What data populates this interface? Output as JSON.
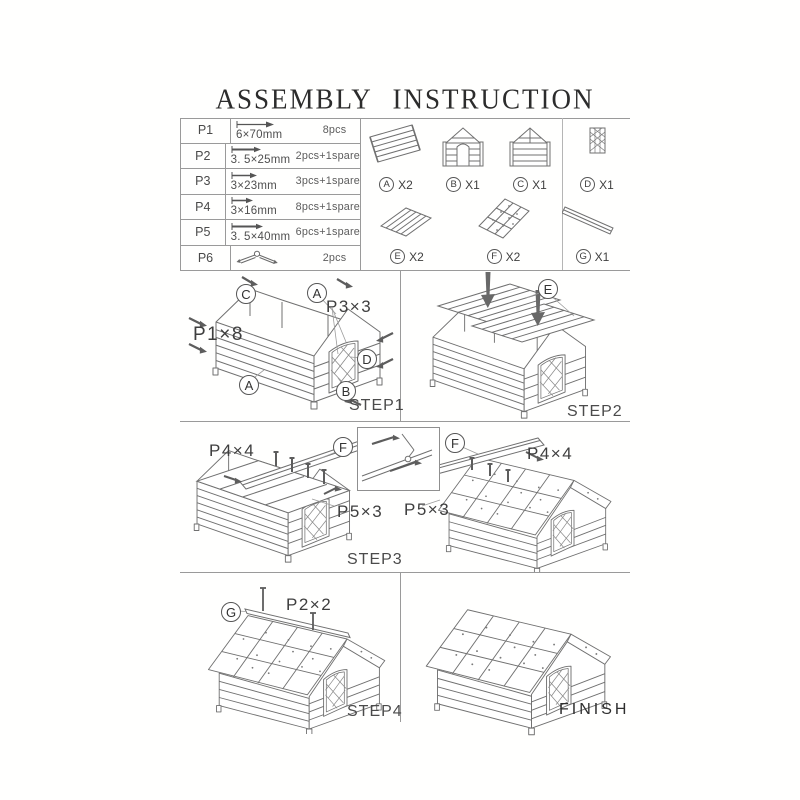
{
  "title": "ASSEMBLY INSTRUCTION",
  "parts_table": {
    "rows": [
      {
        "id": "P1",
        "size": "6×70mm",
        "qty": "8pcs"
      },
      {
        "id": "P2",
        "size": "3. 5×25mm",
        "qty": "2pcs+1spare"
      },
      {
        "id": "P3",
        "size": "3×23mm",
        "qty": "3pcs+1spare"
      },
      {
        "id": "P4",
        "size": "3×16mm",
        "qty": "8pcs+1spare"
      },
      {
        "id": "P5",
        "size": "3. 5×40mm",
        "qty": "6pcs+1spare"
      },
      {
        "id": "P6",
        "size": "",
        "qty": "2pcs"
      }
    ]
  },
  "panel_parts": [
    {
      "letter": "A",
      "qty": "X2"
    },
    {
      "letter": "B",
      "qty": "X1"
    },
    {
      "letter": "C",
      "qty": "X1"
    },
    {
      "letter": "D",
      "qty": "X1"
    },
    {
      "letter": "E",
      "qty": "X2"
    },
    {
      "letter": "F",
      "qty": "X2"
    },
    {
      "letter": "G",
      "qty": "X1"
    }
  ],
  "step1": {
    "label": "STEP1",
    "callout_c": "C",
    "callout_a_top": "A",
    "p3_label": "P3×3",
    "p1_label": "P1×8",
    "callout_d": "D",
    "callout_a_bottom": "A",
    "callout_b": "B"
  },
  "step2": {
    "label": "STEP2",
    "callout_e": "E"
  },
  "step3": {
    "label": "STEP3",
    "left_p4": "P4×4",
    "left_f": "F",
    "left_p5": "P5×3",
    "right_f": "F",
    "right_p4": "P4×4",
    "right_p5": "P5×3"
  },
  "step4": {
    "label": "STEP4",
    "callout_g": "G",
    "p2_label": "P2×2"
  },
  "finish": {
    "label": "FINISH"
  }
}
